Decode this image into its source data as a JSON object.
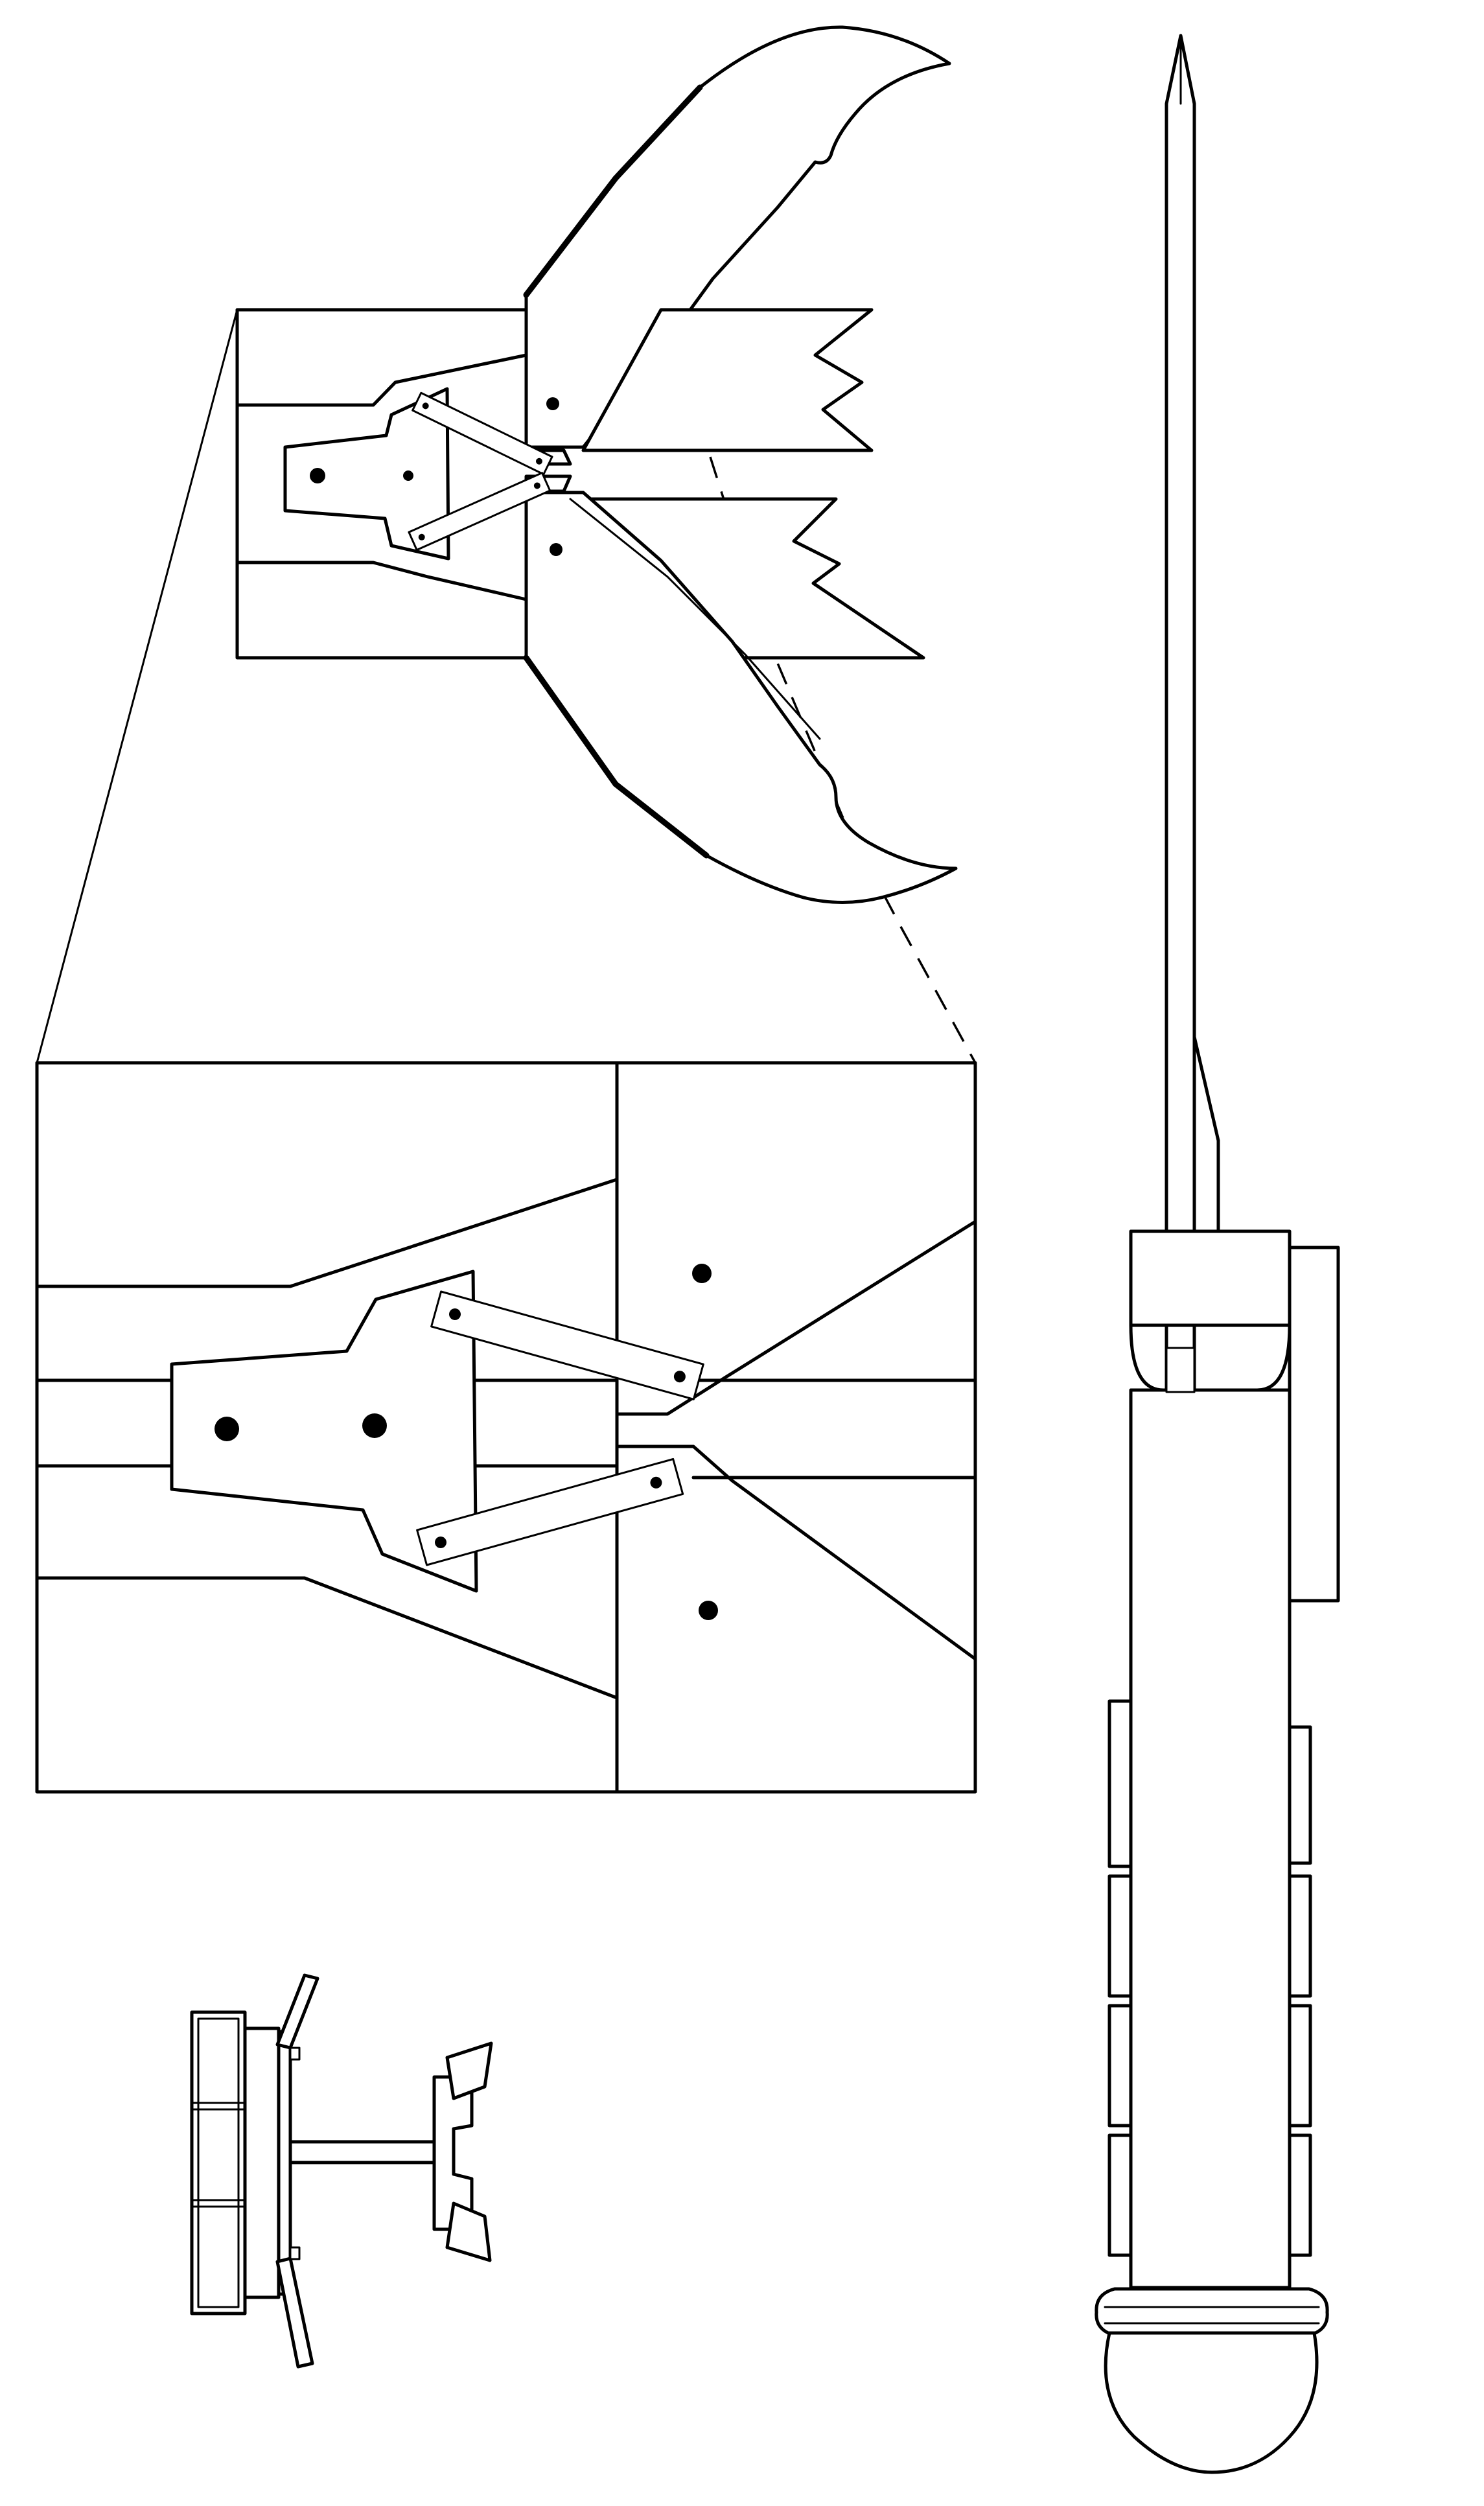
{
  "figure": {
    "views": [
      "claw-mechanism-overview",
      "claw-mechanism-detail",
      "robot-top-view",
      "robot-side-view"
    ],
    "line_color": "#000000",
    "background": "#ffffff",
    "style": "monochrome line drawing with black pivot dots and a dashed projection line"
  }
}
